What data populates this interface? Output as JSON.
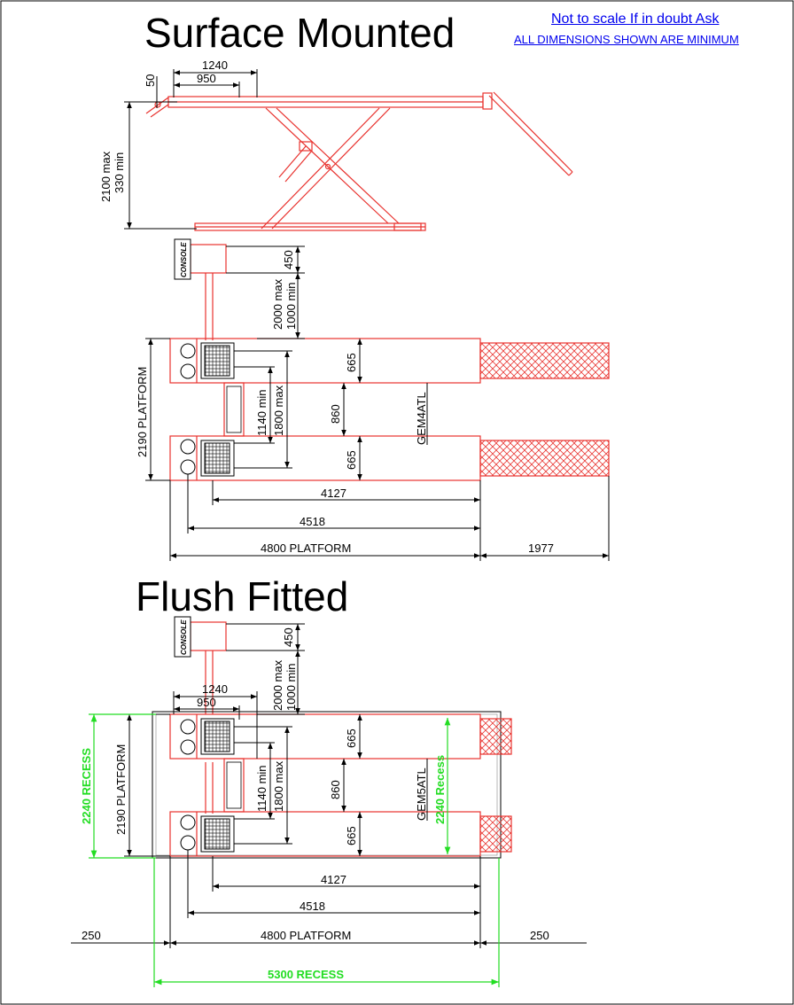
{
  "surface": {
    "title": "Surface Mounted",
    "side_view": {
      "d1240": "1240",
      "d950": "950",
      "d50": "50",
      "max_height": "2100 max",
      "min_height": "330 min"
    },
    "console_label": "CONSOLE",
    "console_offset": "450",
    "console_dist_max": "2000 max",
    "console_dist_min": "1000 min",
    "platform_width": "2190 PLATFORM",
    "runway_width_top": "665",
    "runway_gap": "860",
    "runway_width_bottom": "665",
    "inner_min": "1140 min",
    "inner_max": "1800 max",
    "model": "GEM4ATL",
    "d4127": "4127",
    "d4518": "4518",
    "platform_length": "4800 PLATFORM",
    "ramp_length": "1977"
  },
  "flush": {
    "title": "Flush Fitted",
    "console_label": "CONSOLE",
    "console_offset": "450",
    "console_dist_max": "2000 max",
    "console_dist_min": "1000 min",
    "d1240": "1240",
    "d950": "950",
    "recess_width": "2240 RECESS",
    "platform_width": "2190 PLATFORM",
    "runway_width_top": "665",
    "runway_gap": "860",
    "runway_width_bottom": "665",
    "inner_min": "1140 min",
    "inner_max": "1800 max",
    "model": "GEM5ATL",
    "recess_label": "2240 Recess",
    "d4127": "4127",
    "d4518": "4518",
    "left_margin": "250",
    "platform_length": "4800 PLATFORM",
    "right_margin": "250",
    "recess_length": "5300 RECESS"
  },
  "notes": {
    "scale": "Not to scale If in doubt Ask",
    "minimum": "ALL DIMENSIONS SHOWN ARE MINIMUM"
  },
  "colors": {
    "lift": "#e8322e",
    "dimension": "#000000",
    "recess": "#22dd22",
    "link": "#0000ee"
  }
}
